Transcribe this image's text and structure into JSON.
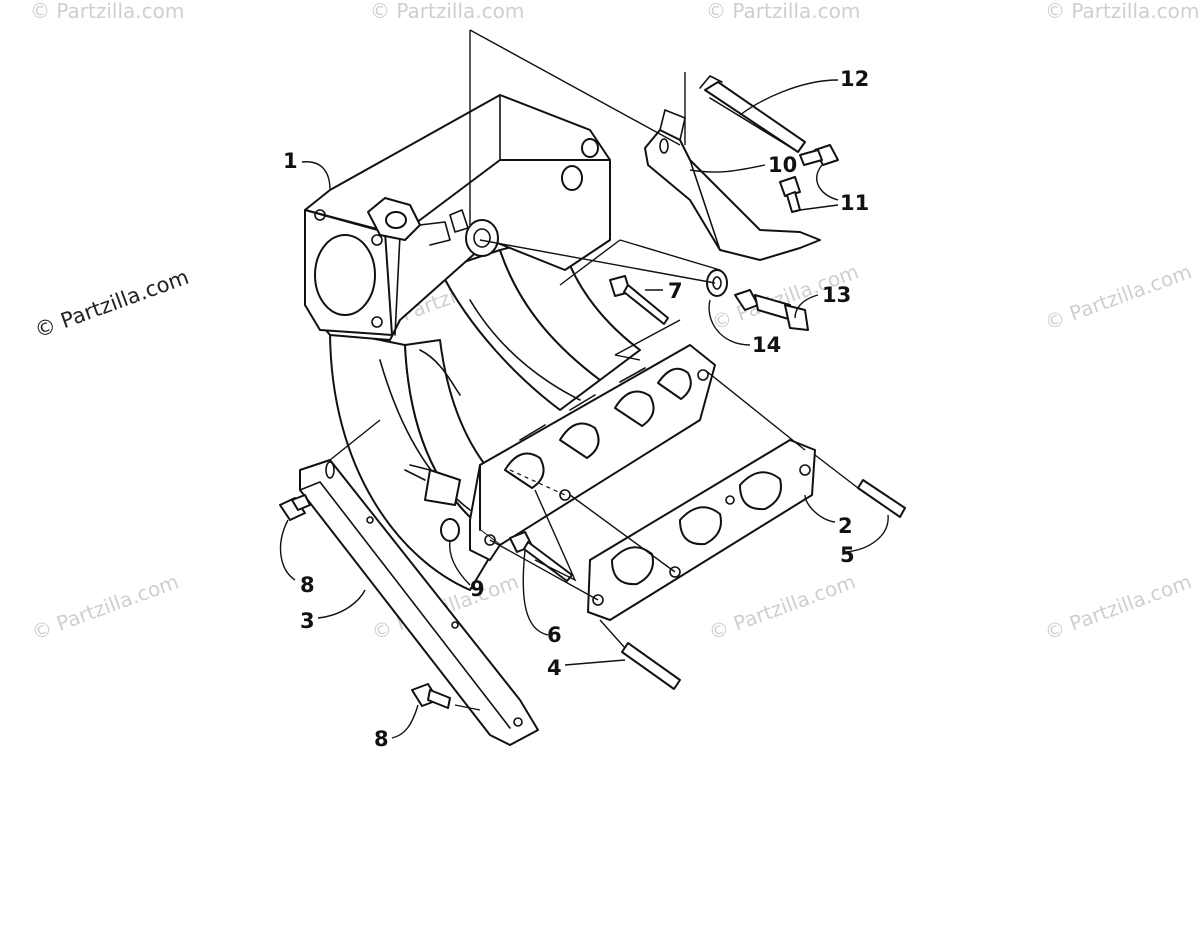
{
  "watermark": {
    "text": "© Partzilla.com",
    "prominent_text": "© Partzilla.com"
  },
  "callouts": [
    {
      "id": "1",
      "label": "1"
    },
    {
      "id": "2",
      "label": "2"
    },
    {
      "id": "3",
      "label": "3"
    },
    {
      "id": "4",
      "label": "4"
    },
    {
      "id": "5",
      "label": "5"
    },
    {
      "id": "6",
      "label": "6"
    },
    {
      "id": "7",
      "label": "7"
    },
    {
      "id": "8a",
      "label": "8"
    },
    {
      "id": "8b",
      "label": "8"
    },
    {
      "id": "9",
      "label": "9"
    },
    {
      "id": "10",
      "label": "10"
    },
    {
      "id": "11",
      "label": "11"
    },
    {
      "id": "12",
      "label": "12"
    },
    {
      "id": "13",
      "label": "13"
    },
    {
      "id": "14",
      "label": "14"
    }
  ],
  "colors": {
    "line": "#111111",
    "background": "#ffffff",
    "watermark": "#cfcfcf"
  }
}
